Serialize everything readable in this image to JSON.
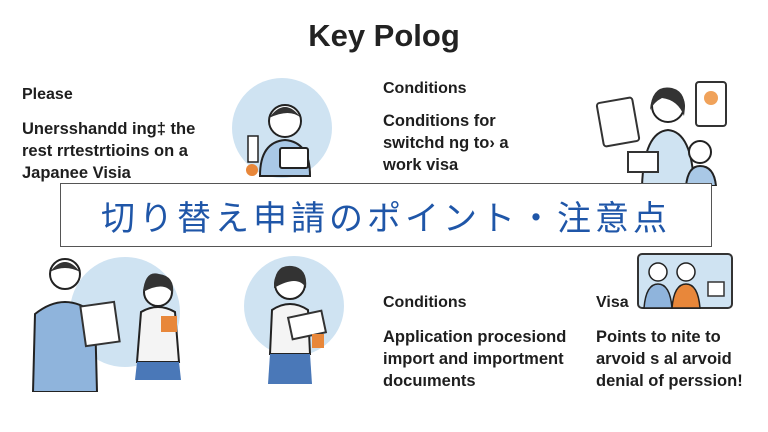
{
  "title": "Key Polog",
  "banner": "切り替え申請のポイント・注意点",
  "sections": [
    {
      "heading": "Please",
      "lines": [
        "Unersshandd ing‡ the",
        "rest rrtestrtioins on a",
        "Japanee   Visia"
      ]
    },
    {
      "heading": "Conditions",
      "lines": [
        "Conditions for",
        "switchd ng to› a",
        "work visa"
      ]
    },
    {
      "heading": "Conditions",
      "lines": [
        "Application procesiond",
        "import and importment",
        "docuıments"
      ]
    },
    {
      "heading": "Visa",
      "lines": [
        "Points to nite to",
        "arvoid s al arvoid",
        "denial of perssion!"
      ]
    }
  ],
  "colors": {
    "banner_text": "#1f56a8",
    "circle": "#cfe3f2"
  }
}
